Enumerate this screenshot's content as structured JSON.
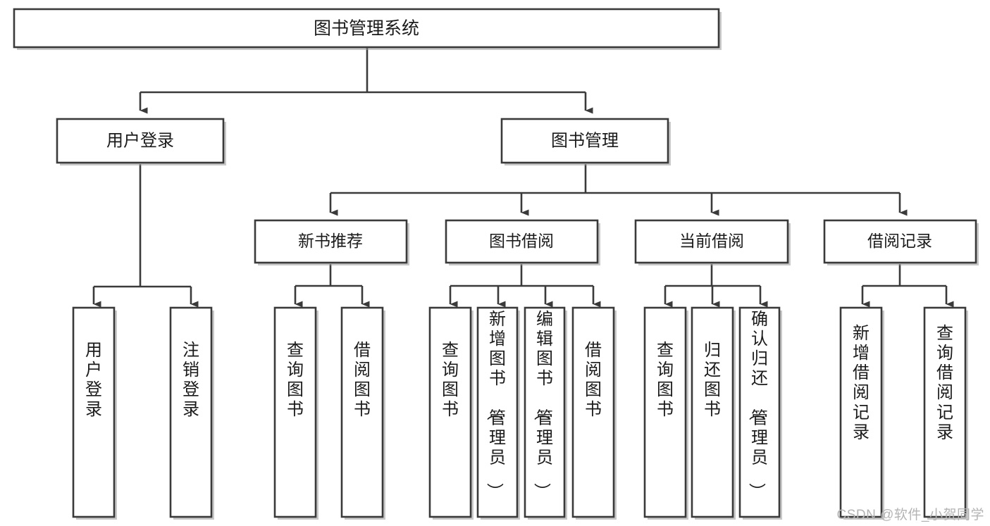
{
  "diagram": {
    "type": "tree-hierarchy",
    "title": "图书管理系统",
    "watermark": "CSDN @软件_小贺同学",
    "levels": {
      "level1": [
        {
          "id": "root",
          "label": "图书管理系统"
        }
      ],
      "level2": [
        {
          "id": "user-login",
          "label": "用户登录",
          "parent": "root"
        },
        {
          "id": "book-manage",
          "label": "图书管理",
          "parent": "root"
        }
      ],
      "level3": [
        {
          "id": "new-book-rec",
          "label": "新书推荐",
          "parent": "book-manage"
        },
        {
          "id": "book-borrow",
          "label": "图书借阅",
          "parent": "book-manage"
        },
        {
          "id": "current-borrow",
          "label": "当前借阅",
          "parent": "book-manage"
        },
        {
          "id": "borrow-record",
          "label": "借阅记录",
          "parent": "book-manage"
        }
      ],
      "leaves": [
        {
          "id": "leaf-user-login",
          "label": "用户登录",
          "parent": "user-login"
        },
        {
          "id": "leaf-logout",
          "label": "注销登录",
          "parent": "user-login"
        },
        {
          "id": "leaf-query-book-1",
          "label": "查询图书",
          "parent": "new-book-rec"
        },
        {
          "id": "leaf-borrow-book-1",
          "label": "借阅图书",
          "parent": "new-book-rec"
        },
        {
          "id": "leaf-query-book-2",
          "label": "查询图书",
          "parent": "book-borrow"
        },
        {
          "id": "leaf-add-book",
          "label": "新增图书（管理员）",
          "parent": "book-borrow"
        },
        {
          "id": "leaf-edit-book",
          "label": "编辑图书（管理员）",
          "parent": "book-borrow"
        },
        {
          "id": "leaf-borrow-book-2",
          "label": "借阅图书",
          "parent": "book-borrow"
        },
        {
          "id": "leaf-query-book-3",
          "label": "查询图书",
          "parent": "current-borrow"
        },
        {
          "id": "leaf-return-book",
          "label": "归还图书",
          "parent": "current-borrow"
        },
        {
          "id": "leaf-confirm-return",
          "label": "确认归还（管理员）",
          "parent": "current-borrow"
        },
        {
          "id": "leaf-add-record",
          "label": "新增借阅记录",
          "parent": "borrow-record"
        },
        {
          "id": "leaf-query-record",
          "label": "查询借阅记录",
          "parent": "borrow-record"
        }
      ]
    },
    "colors": {
      "box_stroke": "#3a3a3a",
      "box_fill": "#ffffff",
      "text": "#1b1b1b",
      "watermark": "#b4b4b4",
      "background": "#ffffff"
    }
  }
}
